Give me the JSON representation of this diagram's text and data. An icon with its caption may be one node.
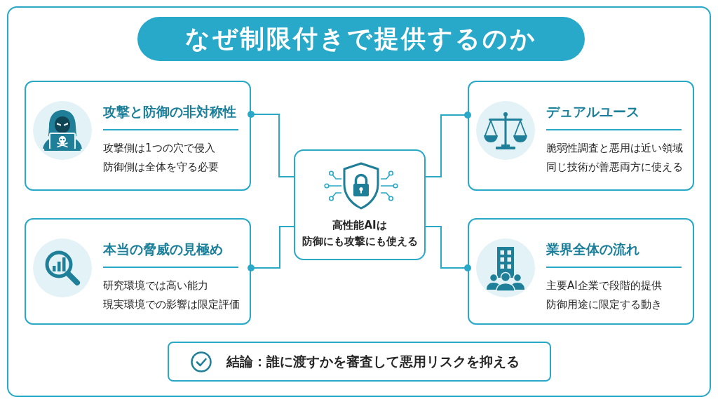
{
  "diagram": {
    "title": "なぜ制限付きで提供するのか",
    "nodes": [
      {
        "text": [
          "攻撃と防御の非対称性",
          "攻撃側は1つの穴で侵入",
          "防御側は全体を守る必要"
        ]
      },
      {
        "text": [
          "デュアルユース",
          "脆弱性調査と悪用は近い領域",
          "同じ技術が善悪両方に使える"
        ]
      },
      {
        "text": [
          "高性能AIは",
          "防御にも攻撃にも使える"
        ]
      },
      {
        "text": [
          "本当の脅威の見極め",
          "研究環境では高い能力",
          "現実環境での影響は限定評価"
        ]
      },
      {
        "text": [
          "業界全体の流れ",
          "主要AI企業で段階的提供",
          "防御用途に限定する動き"
        ]
      },
      {
        "text": [
          "結論：誰に渡すかを審査して悪用リスクを抑える"
        ]
      }
    ],
    "edges": [
      {
        "from": 2,
        "to": 0,
        "arrow": "other"
      },
      {
        "from": 2,
        "to": 1,
        "arrow": "other"
      },
      {
        "from": 2,
        "to": 3,
        "arrow": "other"
      },
      {
        "from": 2,
        "to": 4,
        "arrow": "other"
      }
    ]
  }
}
